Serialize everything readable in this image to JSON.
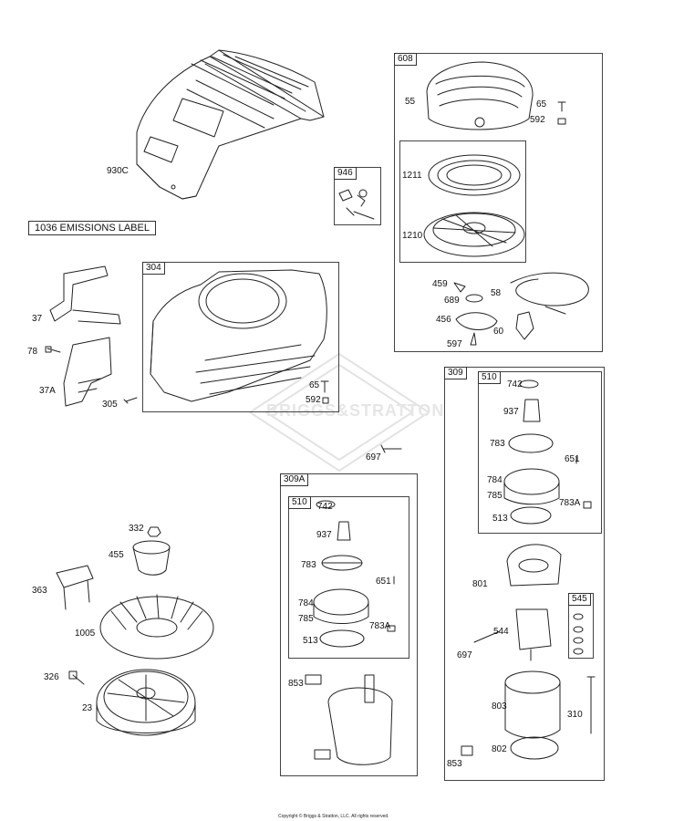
{
  "diagram": {
    "emissions_label": "1036 EMISSIONS LABEL",
    "watermark": "BRIGGS&STRATTON",
    "copyright": "Copyright © Briggs & Stratton, LLC. All rights reserved.",
    "groups": {
      "g608": "608",
      "g946": "946",
      "g304": "304",
      "g309": "309",
      "g510a": "510",
      "g545": "545",
      "g309A": "309A",
      "g510b": "510"
    },
    "parts": {
      "p930C": "930C",
      "p55": "55",
      "p65a": "65",
      "p592a": "592",
      "p1211": "1211",
      "p1210": "1210",
      "p459": "459",
      "p58": "58",
      "p689": "689",
      "p456": "456",
      "p60": "60",
      "p597": "597",
      "p37": "37",
      "p78": "78",
      "p37A": "37A",
      "p305": "305",
      "p65b": "65",
      "p592b": "592",
      "p697a": "697",
      "p742a": "742",
      "p937a": "937",
      "p783a": "783",
      "p651a": "651",
      "p784a": "784",
      "p785a": "785",
      "p783Aa": "783A",
      "p513a": "513",
      "p801": "801",
      "p544": "544",
      "p697b": "697",
      "p803": "803",
      "p310": "310",
      "p853a": "853",
      "p802": "802",
      "p332": "332",
      "p455": "455",
      "p363": "363",
      "p1005": "1005",
      "p326": "326",
      "p23": "23",
      "p742b": "742",
      "p937b": "937",
      "p783b": "783",
      "p651b": "651",
      "p784b": "784",
      "p785b": "785",
      "p783Ab": "783A",
      "p513b": "513",
      "p853b": "853"
    }
  }
}
